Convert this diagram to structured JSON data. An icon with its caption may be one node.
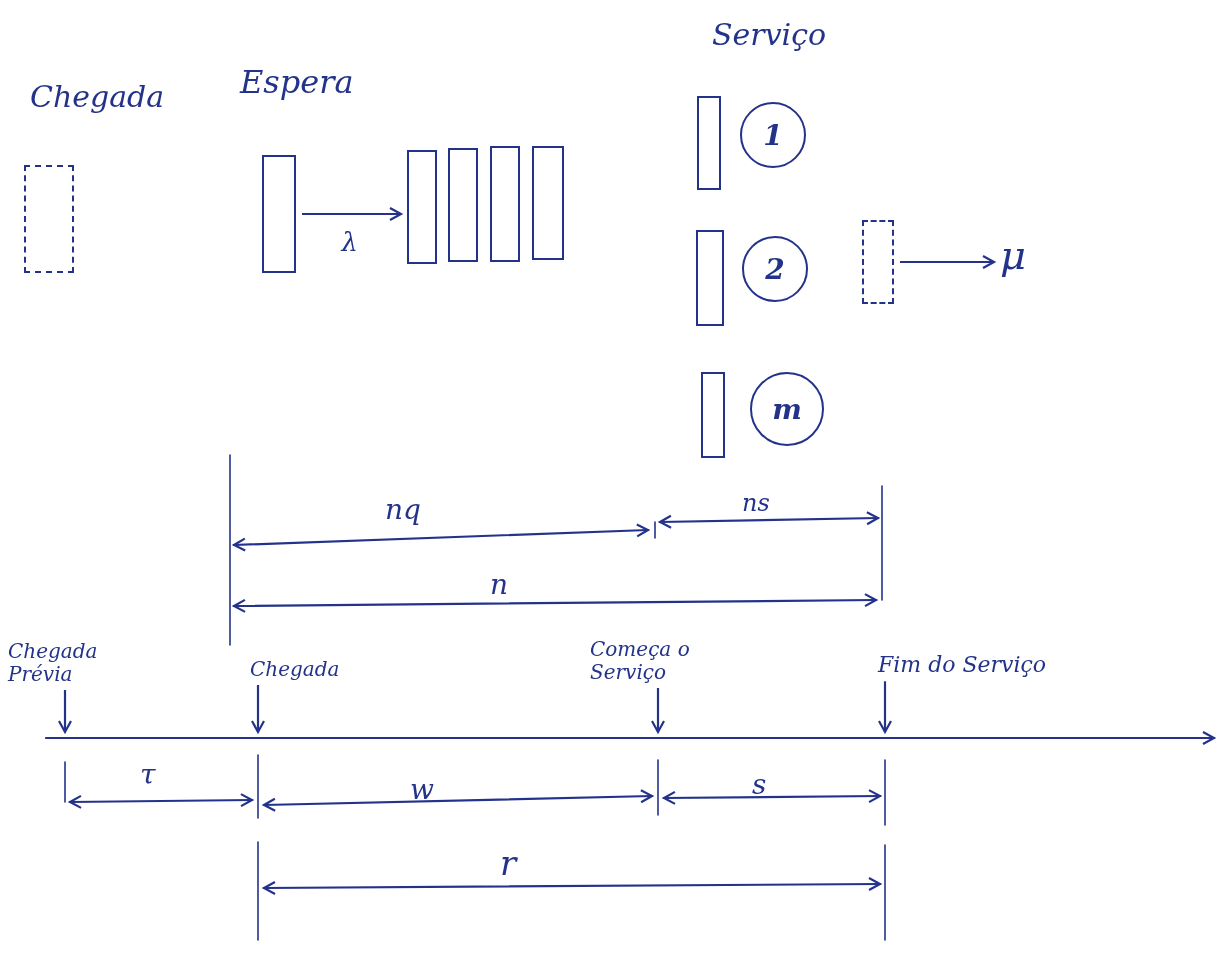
{
  "diagram": {
    "nodes": [
      {
        "text": [],
        "shape": "box"
      },
      {
        "text": [],
        "shape": "box"
      },
      {
        "text": [],
        "shape": "box"
      },
      {
        "text": [],
        "shape": "box"
      },
      {
        "text": [],
        "shape": "box"
      },
      {
        "text": [],
        "shape": "box"
      },
      {
        "text": [],
        "shape": "box"
      },
      {
        "text": [
          "1"
        ]
      },
      {
        "text": [],
        "shape": "box"
      },
      {
        "text": [
          "2"
        ]
      },
      {
        "text": [],
        "shape": "box"
      },
      {
        "text": [
          "m"
        ]
      },
      {
        "text": [],
        "shape": "box"
      },
      {
        "text": [
          "μ"
        ]
      },
      {
        "text": [
          "Chegada Prévia"
        ]
      },
      {
        "text": [
          "Chegada"
        ]
      },
      {
        "text": [
          "Começa o Serviço"
        ]
      },
      {
        "text": [
          "Fim do Serviço"
        ]
      },
      {
        "text": [],
        "shape": "line"
      }
    ],
    "edges": [
      {
        "from": 1,
        "to": 2,
        "label": "λ",
        "arrow": "to"
      },
      {
        "from": 12,
        "to": 13,
        "arrow": "to"
      },
      {
        "from": 14,
        "to": 18,
        "arrow": "to"
      },
      {
        "from": 15,
        "to": 18,
        "arrow": "to"
      },
      {
        "from": 16,
        "to": 18,
        "arrow": "to"
      },
      {
        "from": 17,
        "to": 18,
        "arrow": "to"
      }
    ],
    "labels": [
      "Chegada",
      "Espera",
      "Serviço",
      "nq",
      "ns",
      "n",
      "τ",
      "w",
      "s",
      "r"
    ]
  }
}
